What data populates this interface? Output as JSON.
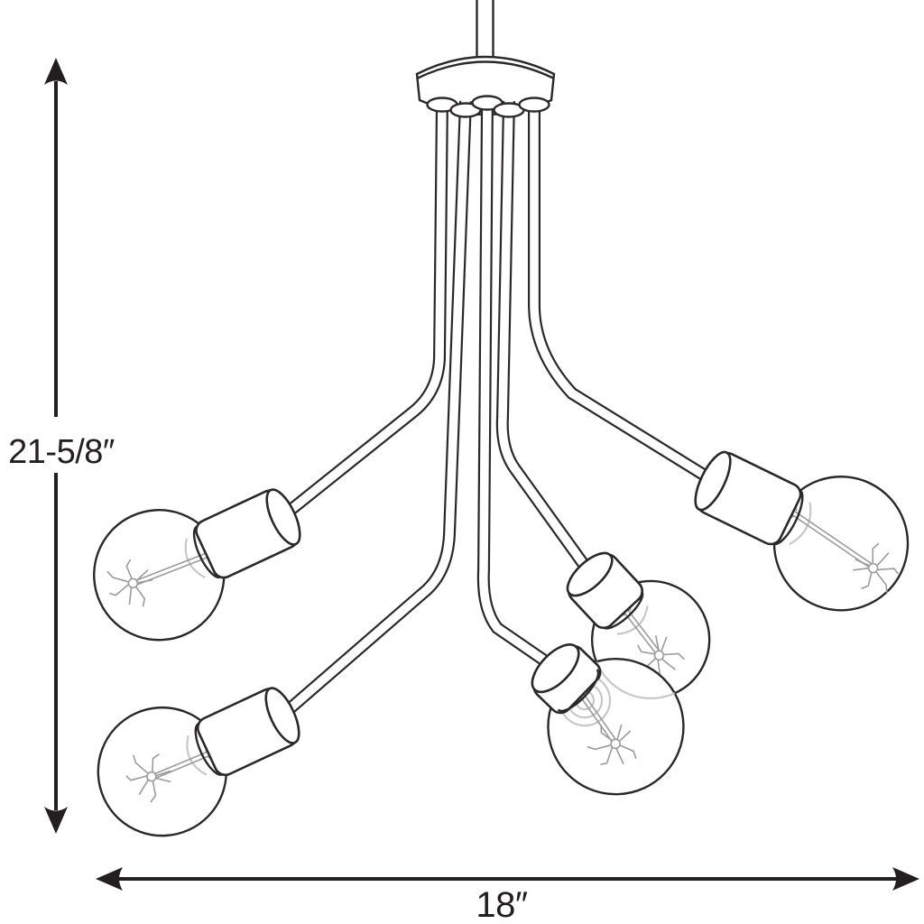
{
  "diagram": {
    "subject": "5-light sputnik chandelier",
    "style": "technical dimension line drawing",
    "bulb_count": 5
  },
  "dimensions": {
    "height": {
      "label": "21-5/8″",
      "orientation": "vertical"
    },
    "width": {
      "label": "18″",
      "orientation": "horizontal"
    }
  },
  "colors": {
    "line": "#2b2829",
    "dimension_line": "#231f20",
    "filament": "#9b9b9b",
    "hidden_line": "#c8c8c8",
    "background": "#ffffff"
  }
}
